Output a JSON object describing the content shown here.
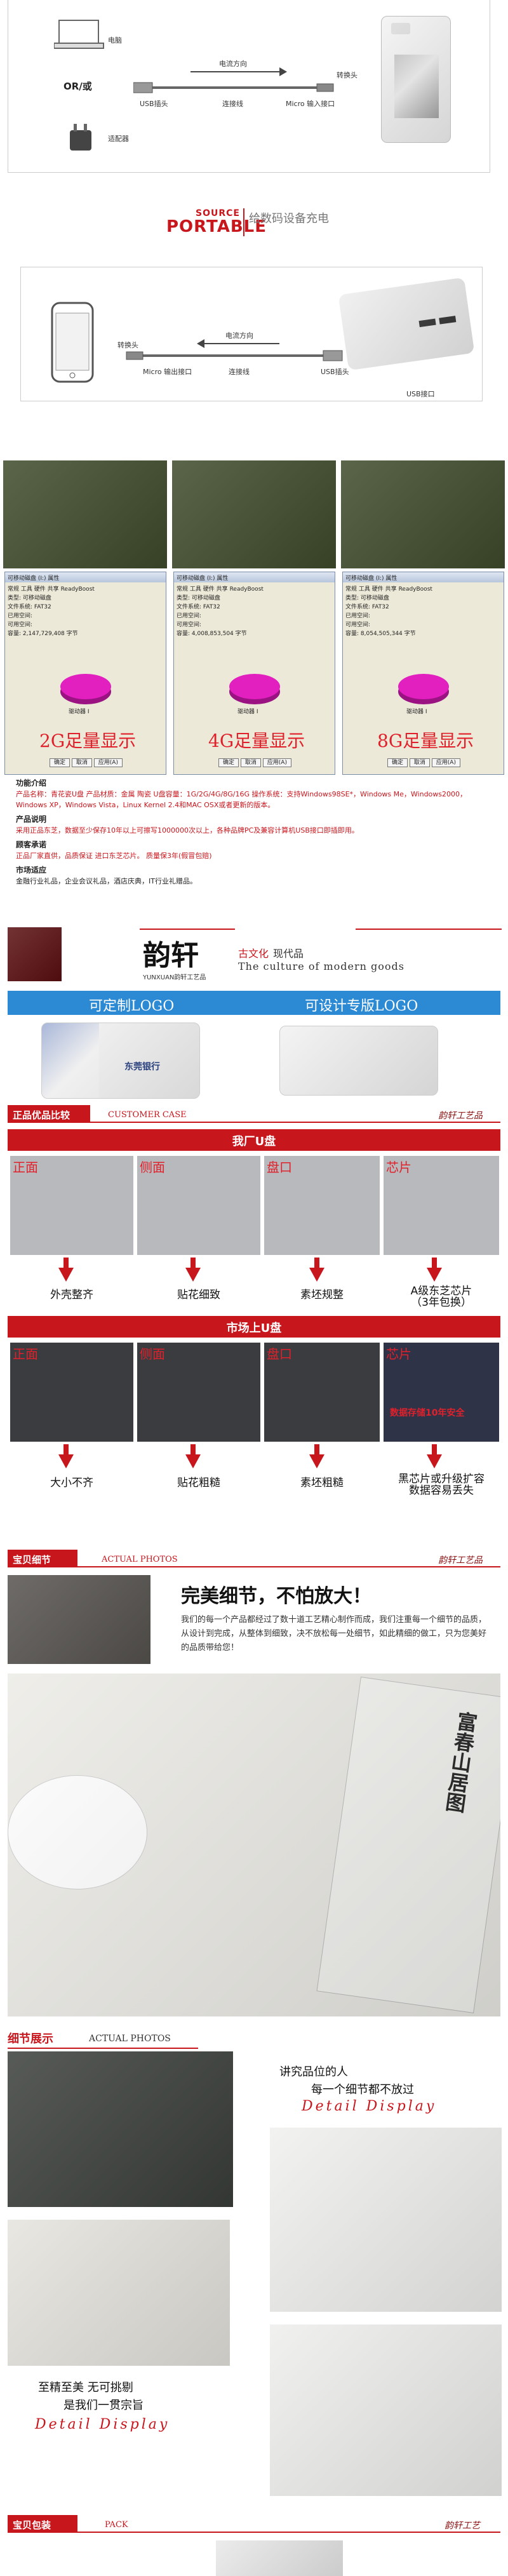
{
  "diagram1": {
    "adapter_label": "电脑",
    "or_label": "OR/或",
    "wall_label": "适配器",
    "direction_label": "电流方向",
    "usb_head": "USB插头",
    "cable": "连接线",
    "micro_port": "Micro 输入接口",
    "adapter_head": "转换头"
  },
  "portable": {
    "source": "SOURCE",
    "portable": "PORTABLE",
    "cn": "给数码设备充电"
  },
  "diagram2": {
    "adapter_head": "转换头",
    "direction_label": "电流方向",
    "micro_port": "Micro 输出接口",
    "cable": "连接线",
    "usb_head": "USB插头",
    "usb_port": "USB接口"
  },
  "capacity": {
    "captions": [
      "2G足量显示",
      "4G足量显示",
      "8G足量显示"
    ],
    "win_title": "可移动磁盘 (I:) 属性",
    "tabs": [
      "常规",
      "工具",
      "硬件",
      "共享",
      "ReadyBoost"
    ],
    "type_label": "类型:",
    "type_value": "可移动磁盘",
    "fs_label": "文件系统:",
    "fs_value": "FAT32",
    "used_label": "已用空间:",
    "free_label": "可用空间:",
    "cap_label": "容量:",
    "drive_label": "驱动器 I",
    "ok": "确定",
    "cancel": "取消",
    "apply": "应用(A)",
    "caps": [
      "2,147,729,408 字节",
      "4,008,853,504 字节",
      "8,054,505,344 字节"
    ]
  },
  "intro": {
    "h1": "功能介绍",
    "p1": "产品名称：青花瓷U盘  产品材质：金属 陶瓷  U盘容量：1G/2G/4G/8G/16G  操作系统：支持Windows98SE*，Windows Me，Windows2000，Windows XP，Windows Vista，Linux Kernel 2.4和MAC OSX或者更新的版本。",
    "h2": "产品说明",
    "p2": "采用正品东芝，数据至少保存10年以上可擦写1000000次以上，各种品牌PC及兼容计算机USB接口即插即用。",
    "h3": "顾客承诺",
    "p3": "正品厂家直供，品质保证  进口东芝芯片。  质量保3年(假冒包赔)",
    "h4": "市场适应",
    "p4": "金融行业礼品，企业会议礼品，酒店庆典，IT行业礼赠品。"
  },
  "brand": {
    "name": "韵轩",
    "sub": "YUNXUAN韵轩工艺品",
    "tag1": "古文化",
    "tag2": "现代品",
    "slogan": "The culture of modern goods"
  },
  "logo_bar": {
    "left": "可定制LOGO",
    "right": "可设计专版LOGO"
  },
  "bank": {
    "name": "东莞银行"
  },
  "compare": {
    "title": "正品优品比较",
    "en": "CUSTOMER CASE",
    "stamp": "韵轩工艺品",
    "ours_title": "我厂U盘",
    "ours_tiles": [
      "正面",
      "侧面",
      "盘口",
      "芯片"
    ],
    "ours_captions": [
      "外壳整齐",
      "贴花细致",
      "素坯规整",
      "A级东芝芯片\n（3年包换）"
    ],
    "market_title": "市场上U盘",
    "market_tiles": [
      "正面",
      "侧面",
      "盘口",
      "芯片"
    ],
    "market_overlay": "数据存储10年安全",
    "market_captions": [
      "大小不齐",
      "贴花粗糙",
      "素坯粗糙",
      "黑芯片或升级扩容\n数据容易丢失"
    ]
  },
  "detail": {
    "title": "宝贝细节",
    "en": "ACTUAL PHOTOS",
    "stamp": "韵轩工艺品",
    "headline": "完美细节，不怕放大！",
    "body": "我们的每一个产品都经过了数十道工艺精心制作而成，我们注重每一个细节的品质，从设计到完成，从整体到细致，决不放松每一处细节，如此精细的做工，只为您美好的品质带给您！",
    "scroll_title": "富春山居图"
  },
  "showcase": {
    "title": "细节展示",
    "en": "ACTUAL PHOTOS",
    "quote1": "讲究品位的人",
    "quote2": "每一个细节都不放过",
    "detail_display": "Detail Display",
    "quote3": "至精至美 无可挑剔",
    "quote4": "是我们一贯宗旨",
    "detail_display2": "Detail Display"
  },
  "pack": {
    "title": "宝贝包装",
    "en": "PACK",
    "stamp": "韵轩工艺"
  }
}
